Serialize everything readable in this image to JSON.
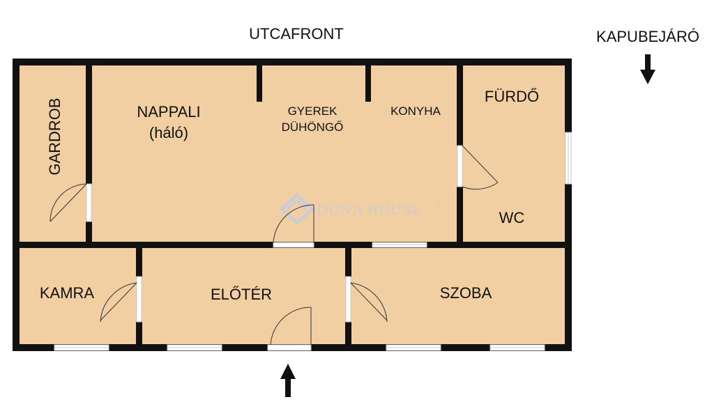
{
  "labels": {
    "street": "UTCAFRONT",
    "gate": "KAPUBEJÁRÓ",
    "gardrob": "GARDROB",
    "nappali": "NAPPALI",
    "nappali_sub": "(háló)",
    "gyerek": "GYEREK",
    "duhongo": "DÜHÖNGŐ",
    "konyha": "KONYHA",
    "furdo": "FÜRDŐ",
    "wc": "WC",
    "kamra": "KAMRA",
    "eloter": "ELŐTÉR",
    "szoba": "SZOBA"
  },
  "watermark": {
    "text": "DUNA HOUSE",
    "mark": "®"
  },
  "colors": {
    "floor": "#f2cfa3",
    "wall": "#111111",
    "window_frame": "#c8c8c8",
    "door_line": "#333333",
    "watermark": "#c9cdd6"
  },
  "icons": {
    "entrance": "arrow-up-icon",
    "gate": "arrow-down-icon"
  }
}
